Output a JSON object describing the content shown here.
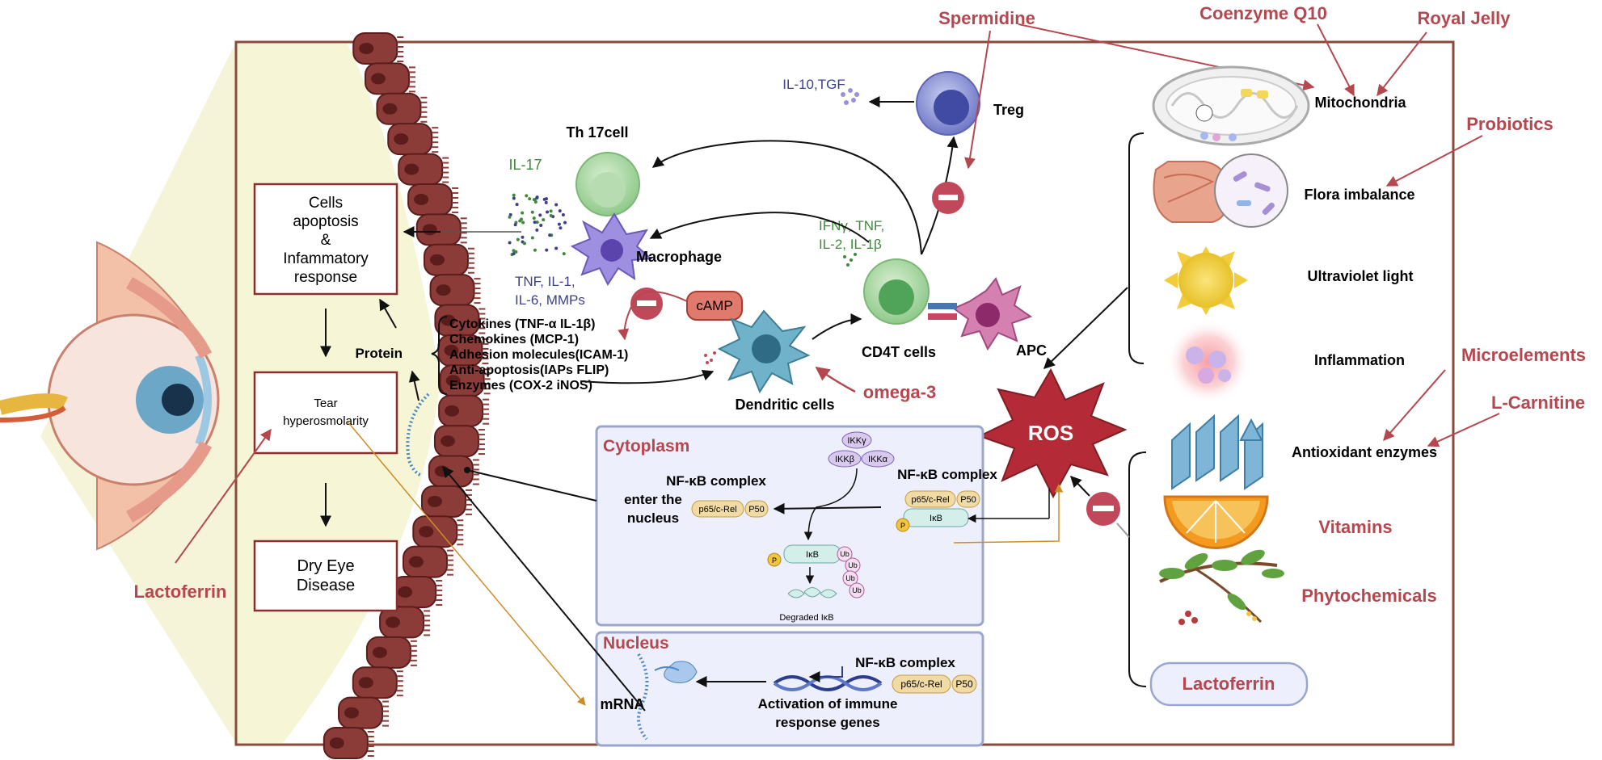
{
  "colors": {
    "red_label": "#b5474f",
    "frame": "#8a4a3a",
    "epithelium": "#8c3c38",
    "cell_dark": "#5a1d1c",
    "pale_yellow": "#f6f5d6",
    "panel_fill": "#eeeffc",
    "panel_stroke": "#9ba6cf",
    "green_text": "#3f8a3a",
    "blue_text": "#3b3f8c",
    "orange_arrow": "#d08b26",
    "ros_red": "#b42a36",
    "inhibit": "#c0485a"
  },
  "supplements": {
    "spermidine": "Spermidine",
    "coq10": "Coenzyme Q10",
    "royal_jelly": "Royal Jelly",
    "probiotics": "Probiotics",
    "microelements": "Microelements",
    "l_carnitine": "L-Carnitine",
    "omega3": "omega-3",
    "lactoferrin_left": "Lactoferrin",
    "vitamins": "Vitamins",
    "phytochemicals": "Phytochemicals",
    "lactoferrin_box": "Lactoferrin"
  },
  "left_flow": {
    "box1_line1": "Cells",
    "box1_line2": "apoptosis",
    "box1_line3": "&",
    "box1_line4": "Infammatory",
    "box1_line5": "response",
    "box2_line1": "Tear",
    "box2_line2": "hyperosmolarity",
    "box3_line1": "Dry Eye",
    "box3_line2": "Disease",
    "protein": "Protein"
  },
  "protein_list": [
    "Cytokines (TNF-α IL-1β)",
    "Chemokines (MCP-1)",
    "Adhesion molecules(ICAM-1)",
    "Anti-apoptosis(IAPs FLIP)",
    "Enzymes (COX-2 iNOS)"
  ],
  "immune": {
    "th17": "Th 17cell",
    "il17": "IL-17",
    "macrophage": "Macrophage",
    "mac_cytokines_1": "TNF, IL-1,",
    "mac_cytokines_2": "IL-6, MMPs",
    "camp": "cAMP",
    "dendritic": "Dendritic cells",
    "cd4t": "CD4T cells",
    "apc": "APC",
    "treg": "Treg",
    "treg_cytokines": "IL-10,TGF",
    "cd4_cytokines_1": "IFNγ, TNF,",
    "cd4_cytokines_2": "IL-2, IL-1β"
  },
  "ros": "ROS",
  "risk_factors": {
    "mitochondria": "Mitochondria",
    "flora": "Flora imbalance",
    "uv": "Ultraviolet light",
    "inflammation": "Inflammation"
  },
  "antioxidants": {
    "enzymes": "Antioxidant enzymes"
  },
  "cytoplasm": {
    "title": "Cytoplasm",
    "nfkb_left": "NF-κB complex",
    "enter_1": "enter the",
    "enter_2": "nucleus",
    "nfkb_right": "NF-κB complex",
    "ikky": "IKKγ",
    "ikkb": "IKKβ",
    "ikka": "IKKα",
    "p65": "p65/c-Rel",
    "p50": "P50",
    "ikb": "IκB",
    "p": "P",
    "ub": "Ub",
    "degraded": "Degraded IκB"
  },
  "nucleus": {
    "title": "Nucleus",
    "nfkb": "NF-κB complex",
    "p65": "p65/c-Rel",
    "p50": "P50",
    "mrna": "mRNA",
    "activation_1": "Activation of immune",
    "activation_2": "response genes"
  }
}
